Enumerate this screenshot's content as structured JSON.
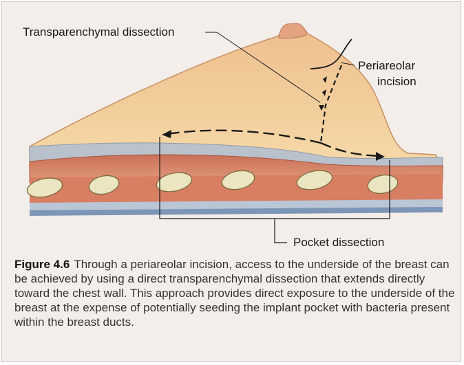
{
  "labels": {
    "transparenchymal": "Transparenchymal dissection",
    "periareolar_line1": "Periareolar",
    "periareolar_line2": "incision",
    "pocket": "Pocket dissection"
  },
  "caption": {
    "figure_label": "Figure 4.6",
    "text": "Through a periareolar incision, access to the underside of the breast can be achieved by using a direct transparenchymal dissection that extends directly toward the chest wall. This approach provides direct exposure to the underside of the breast at the expense of potentially seeding the implant pocket with bacteria present within the breast ducts."
  },
  "colors": {
    "background": "#f3eee9",
    "breast_tissue": "#f1c995",
    "muscle": "#d9856b",
    "fascia": "#b9c2cc",
    "rib": "#e8e2bf"
  }
}
